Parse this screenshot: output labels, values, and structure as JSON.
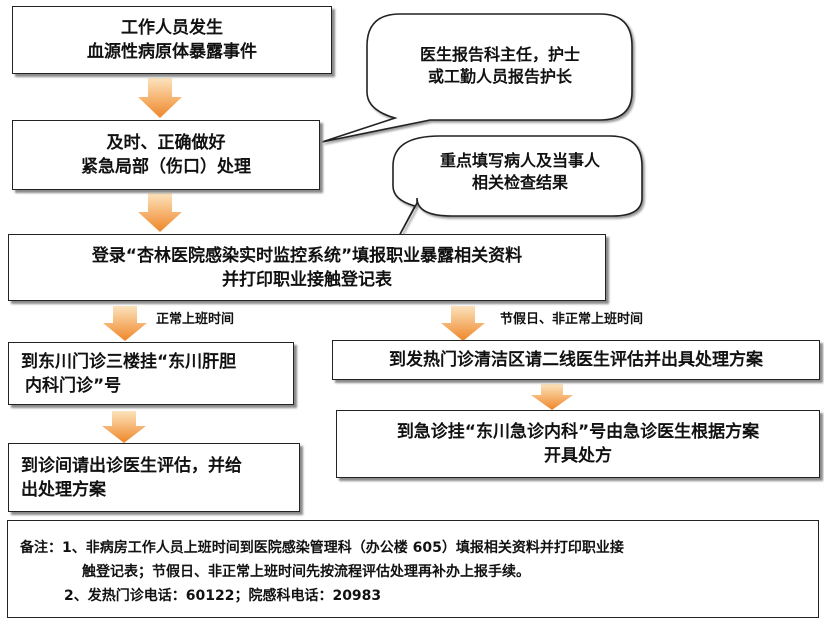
{
  "steps": {
    "step1": [
      "工作人员发生",
      "血源性病原体暴露事件"
    ],
    "step2": [
      "及时、正确做好",
      "紧急局部（伤口）处理"
    ],
    "step3": [
      "登录“杏林医院感染实时监控系统”填报职业暴露相关资料",
      "并打印职业接触登记表"
    ],
    "left1": [
      "到东川门诊三楼挂“东川肝胆",
      "内科门诊”号"
    ],
    "left2": [
      "到诊间请出诊医生评估，并给",
      "出处理方案"
    ],
    "right1": [
      "到发热门诊清洁区请二线医生评估并出具处理方案"
    ],
    "right2": [
      "到急诊挂“东川急诊内科”号由急诊医生根据方案",
      "开具处方"
    ]
  },
  "callouts": {
    "c1": [
      "医生报告科主任，护士",
      "或工勤人员报告护长"
    ],
    "c2": [
      "重点填写病人及当事人",
      "相关检查结果"
    ]
  },
  "branches": {
    "left": "正常上班时间",
    "right": "节假日、非正常上班时间"
  },
  "note": {
    "line1": "备注：1、非病房工作人员上班时间到医院感染管理科（办公楼 605）填报相关资料并打印职业接",
    "line2": "触登记表；节假日、非正常上班时间先按流程评估处理再补办上报手续。",
    "line3": "2、发热门诊电话：60122；院感科电话：20983"
  },
  "colors": {
    "arrow_top": "#fbd9a6",
    "arrow_bottom": "#f08a2c",
    "border": "#222222"
  }
}
